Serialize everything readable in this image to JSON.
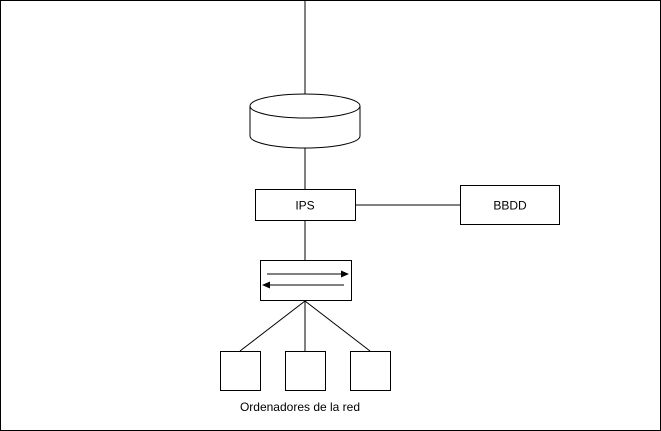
{
  "diagram": {
    "nodes": {
      "router": {
        "label": ""
      },
      "ips": {
        "label": "IPS"
      },
      "database": {
        "label": "BBDD"
      },
      "switch": {
        "label": ""
      },
      "computers": [
        {
          "label": ""
        },
        {
          "label": ""
        },
        {
          "label": ""
        }
      ]
    },
    "caption": "Ordenadores de la red",
    "edges": [
      {
        "from": "internet",
        "to": "router"
      },
      {
        "from": "router",
        "to": "ips"
      },
      {
        "from": "ips",
        "to": "database"
      },
      {
        "from": "ips",
        "to": "switch"
      },
      {
        "from": "switch",
        "to": "computer-1"
      },
      {
        "from": "switch",
        "to": "computer-2"
      },
      {
        "from": "switch",
        "to": "computer-3"
      }
    ],
    "colors": {
      "stroke": "#000000",
      "fill": "#ffffff"
    }
  }
}
